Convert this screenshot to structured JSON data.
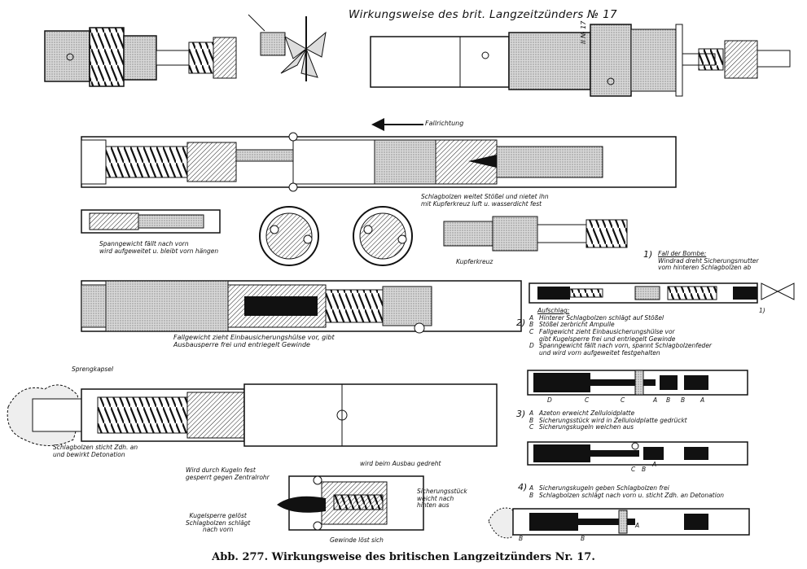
{
  "title": "Wirkungsweise des brit. Langzeitzünders  № 17",
  "caption": "Abb. 277. Wirkungsweise des britischen Langzeitzünders Nr. 17.",
  "labels": {
    "fallrichtung": "Fallrichtung",
    "schlagbolzen_weitet": [
      "Schlagbolzen weitet Stößel und nietet ihn",
      "mit Kupferkreuz luft u. wasserdicht fest"
    ],
    "spanngewicht": [
      "Spanngewicht fällt nach vorn",
      "wird aufgeweitet u. bleibt vorn hängen"
    ],
    "kupferkreuz": "Kupferkreuz",
    "fallgewicht": [
      "Fallgewicht zieht Einbausicherungshülse vor, gibt",
      "Ausbausperre frei  und entriegelt Gewinde"
    ],
    "sprengkapsel": "Sprengkapsel",
    "schlagbolzen_sticht": [
      "Schlagbolzen sticht Zdh. an",
      "und bewirkt Detonation"
    ],
    "wird_durch_kugeln": [
      "Wird durch Kugeln fest",
      "gesperrt gegen Zentralrohr"
    ],
    "wird_beim_ausbau": "wird beim Ausbau gedreht",
    "sicherungsstueck": [
      "Sicherungsstück",
      "weicht nach",
      "hinten aus"
    ],
    "kugelsperre": [
      "Kugelsperre gelöst",
      "Schlagbolzen schlägt",
      "nach vorn"
    ],
    "gewinde": "Gewinde löst sich",
    "fuse_marking": "II  № 17"
  },
  "steps": [
    {
      "number": "1)",
      "heading": "Fall der Bombe:",
      "lines": [
        "Windrad dreht Sicherungsmutter",
        "vom hinteren Schlagbolzen ab"
      ],
      "marker": "1)"
    },
    {
      "number": "2)",
      "heading": "Aufschlag:",
      "lines": [
        {
          "key": "A",
          "text": "Hinterer Schlagbolzen schlägt auf Stößel"
        },
        {
          "key": "B",
          "text": "Stößel zerbricht Ampulle"
        },
        {
          "key": "C",
          "text": "Fallgewicht zieht Einbausicherungshülse vor"
        },
        {
          "key": "",
          "text": "gibt Kugelsperre frei und entriegelt Gewinde"
        },
        {
          "key": "D",
          "text": "Spanngewicht fällt nach vorn, spannt Schlagbolzenfeder"
        },
        {
          "key": "",
          "text": "und wird vorn aufgeweitet festgehalten"
        }
      ],
      "markers": [
        "D",
        "C",
        "C",
        "A",
        "B",
        "B",
        "A"
      ]
    },
    {
      "number": "3)",
      "lines": [
        {
          "key": "A",
          "text": "Azeton erweicht Zelluloidplatte"
        },
        {
          "key": "B",
          "text": "Sicherungsstück wird in Zelluloidplatte gedrückt"
        },
        {
          "key": "C",
          "text": "Sicherungskugeln weichen aus"
        }
      ],
      "markers": [
        "C",
        "B",
        "A"
      ]
    },
    {
      "number": "4)",
      "lines": [
        {
          "key": "A",
          "text": "Sicherungskugeln geben Schlagbolzen frei"
        },
        {
          "key": "B",
          "text": "Schlagbolzen schlägt nach vorn u. sticht Zdh. an Detonation"
        }
      ],
      "markers": [
        "B",
        "B",
        "A"
      ]
    }
  ]
}
